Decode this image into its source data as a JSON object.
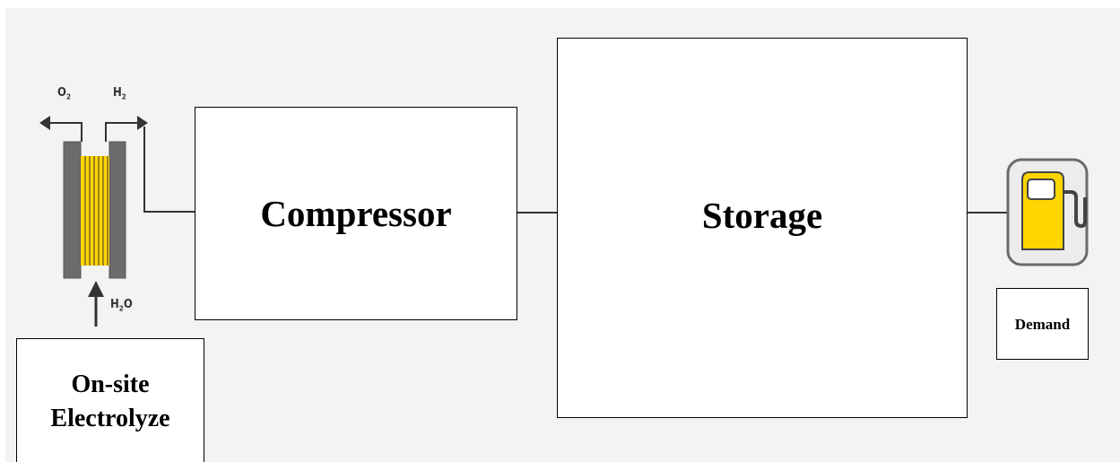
{
  "diagram": {
    "nodes": {
      "compressor": "Compressor",
      "storage": "Storage",
      "demand": "Demand",
      "electrolyzer": "On-site\nElectrolyze"
    },
    "gas_labels": {
      "oxygen": {
        "symbol": "O",
        "subscript": "2"
      },
      "hydrogen": {
        "symbol": "H",
        "subscript": "2"
      },
      "water": {
        "symbol": "H",
        "subscript": "2",
        "suffix": "O"
      }
    },
    "icons": {
      "electrolyzer": "electrolyzer-stack-icon",
      "fuel_pump": "fuel-pump-icon"
    },
    "colors": {
      "background": "#f3f3f3",
      "box_fill": "#ffffff",
      "box_border": "#000000",
      "connector": "#333333",
      "electrolyzer_plate": "#6b6b6b",
      "electrolyzer_membrane": "#ffd500",
      "pump_fill": "#ffd500",
      "pump_tile": "#ececec",
      "pump_outline": "#6b6b6b"
    }
  }
}
